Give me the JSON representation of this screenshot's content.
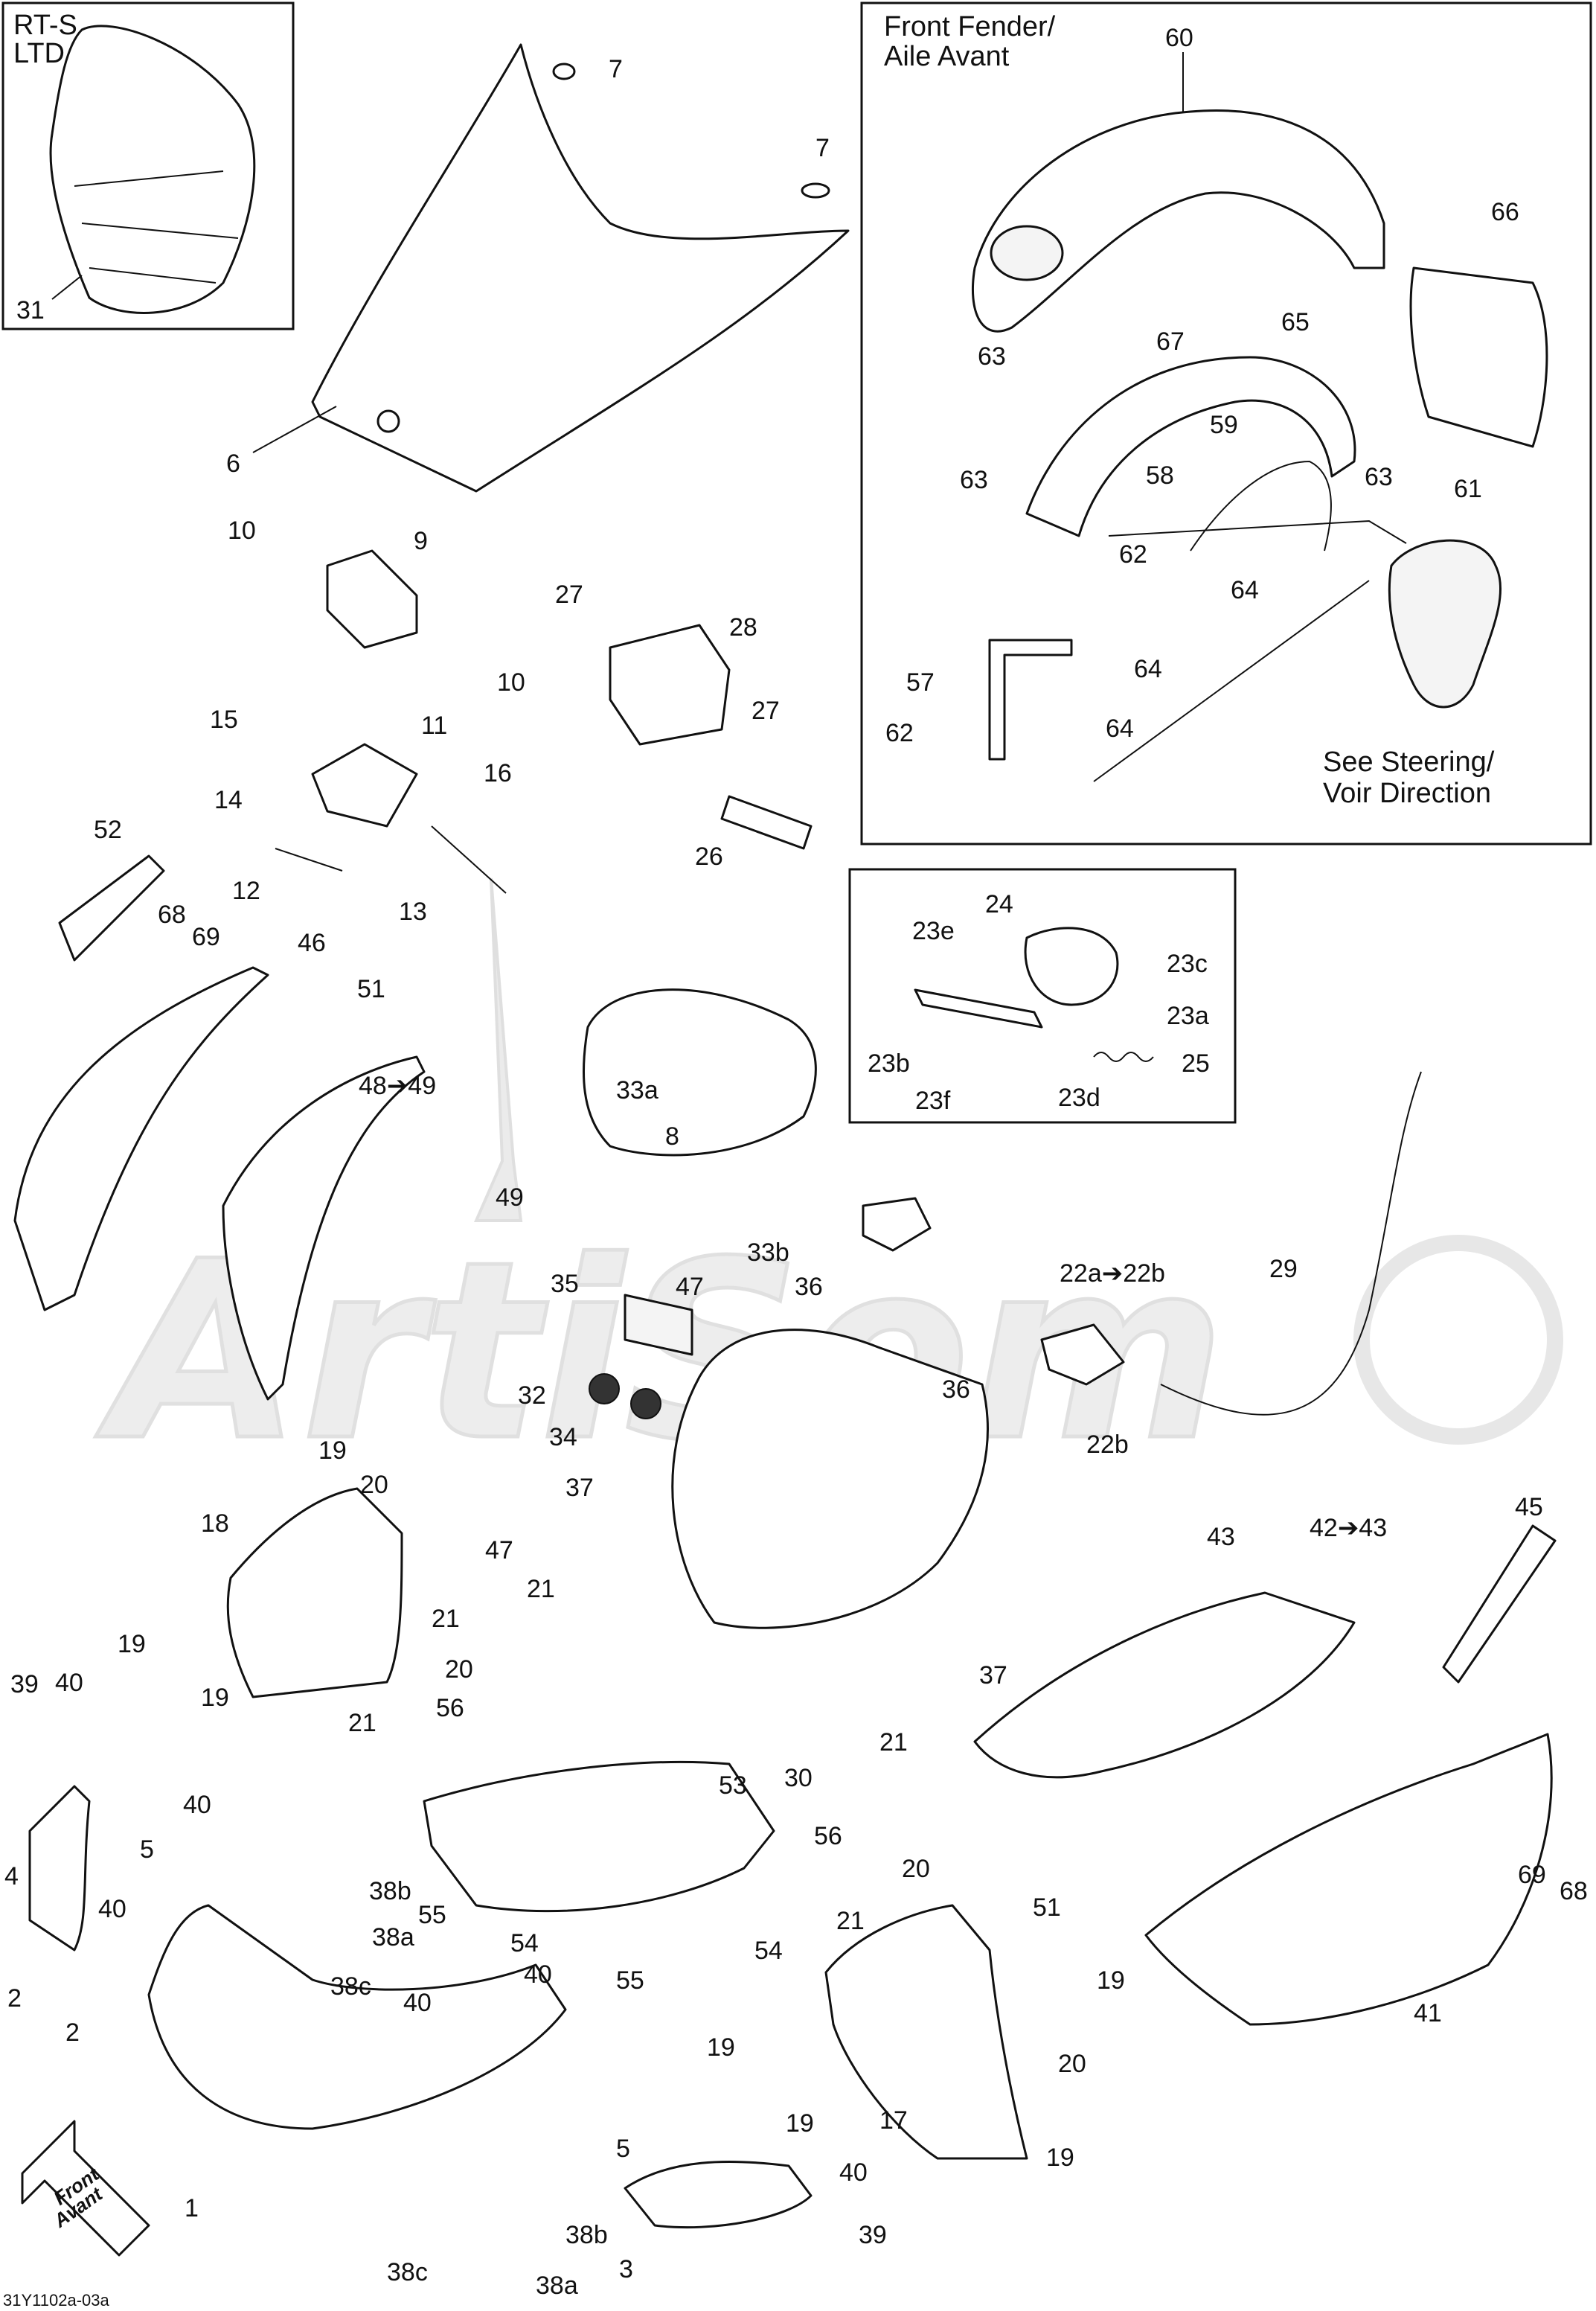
{
  "diagram": {
    "inset_boxes": {
      "rts_ltd": [
        "RT-S",
        "LTD"
      ],
      "front_fender": [
        "Front Fender/",
        "Aile Avant"
      ],
      "see_steering": [
        "See Steering/",
        "Voir Direction"
      ]
    },
    "front_arrow": [
      "Front",
      "Avant"
    ],
    "footer_code": "31Y1102a-03a",
    "watermark": "ArtiSom",
    "callouts": {
      "c1": "1",
      "c2a": "2",
      "c2b": "2",
      "c3": "3",
      "c4": "4",
      "c5a": "5",
      "c5b": "5",
      "c6": "6",
      "c7a": "7",
      "c7b": "7",
      "c8": "8",
      "c9": "9",
      "c10a": "10",
      "c10b": "10",
      "c11": "11",
      "c12": "12",
      "c13": "13",
      "c14": "14",
      "c15": "15",
      "c16": "16",
      "c17": "17",
      "c18": "18",
      "c19a": "19",
      "c19b": "19",
      "c19c": "19",
      "c19d": "19",
      "c19e": "19",
      "c19f": "19",
      "c19g": "19",
      "c20a": "20",
      "c20b": "20",
      "c20c": "20",
      "c20d": "20",
      "c21a": "21",
      "c21b": "21",
      "c21c": "21",
      "c21d": "21",
      "c21e": "21",
      "c22a": "22a➔22b",
      "c22b": "22b",
      "c23a": "23a",
      "c23b": "23b",
      "c23c": "23c",
      "c23d": "23d",
      "c23e": "23e",
      "c23f": "23f",
      "c24": "24",
      "c25": "25",
      "c26": "26",
      "c27a": "27",
      "c27b": "27",
      "c28": "28",
      "c29": "29",
      "c30": "30",
      "c31": "31",
      "c32": "32",
      "c33a": "33a",
      "c33b": "33b",
      "c34": "34",
      "c35": "35",
      "c36a": "36",
      "c36b": "36",
      "c37a": "37",
      "c37b": "37",
      "c38aa": "38a",
      "c38ab": "38a",
      "c38ba": "38b",
      "c38bb": "38b",
      "c38ca": "38c",
      "c38cb": "38c",
      "c39a": "39",
      "c39b": "39",
      "c40a": "40",
      "c40b": "40",
      "c40c": "40",
      "c40d": "40",
      "c40e": "40",
      "c40f": "40",
      "c41": "41",
      "c42": "42➔43",
      "c43": "43",
      "c45": "45",
      "c46": "46",
      "c47a": "47",
      "c47b": "47",
      "c48": "48➔49",
      "c49": "49",
      "c51a": "51",
      "c51b": "51",
      "c52": "52",
      "c53": "53",
      "c54a": "54",
      "c54b": "54",
      "c55a": "55",
      "c55b": "55",
      "c56a": "56",
      "c56b": "56",
      "c57": "57",
      "c58": "58",
      "c59": "59",
      "c60": "60",
      "c61": "61",
      "c62a": "62",
      "c62b": "62",
      "c63a": "63",
      "c63b": "63",
      "c63c": "63",
      "c64a": "64",
      "c64b": "64",
      "c64c": "64",
      "c65": "65",
      "c66": "66",
      "c67": "67",
      "c68a": "68",
      "c68b": "68",
      "c69a": "69",
      "c69b": "69"
    }
  }
}
